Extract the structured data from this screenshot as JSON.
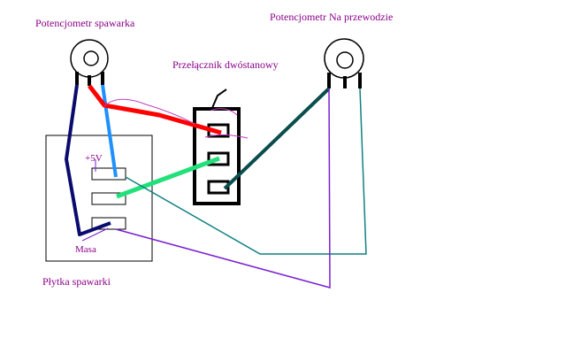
{
  "labels": {
    "pot_welder": "Potencjometr spawarka",
    "pot_wire": "Potencjometr Na przewodzie",
    "switch": "Przełącznik dwóstanowy",
    "plus5v": "+5V",
    "ground": "Masa",
    "board": "Płytka spawarki"
  },
  "colors": {
    "label": "#8b008b",
    "outline": "#000000",
    "wire_navy": "#0b0b6e",
    "wire_blue": "#1e90ff",
    "wire_red": "#ff0000",
    "wire_green": "#22e07a",
    "wire_dark_teal": "#0a4d4d",
    "wire_teal": "#118080",
    "wire_purple": "#7b1fd0"
  }
}
